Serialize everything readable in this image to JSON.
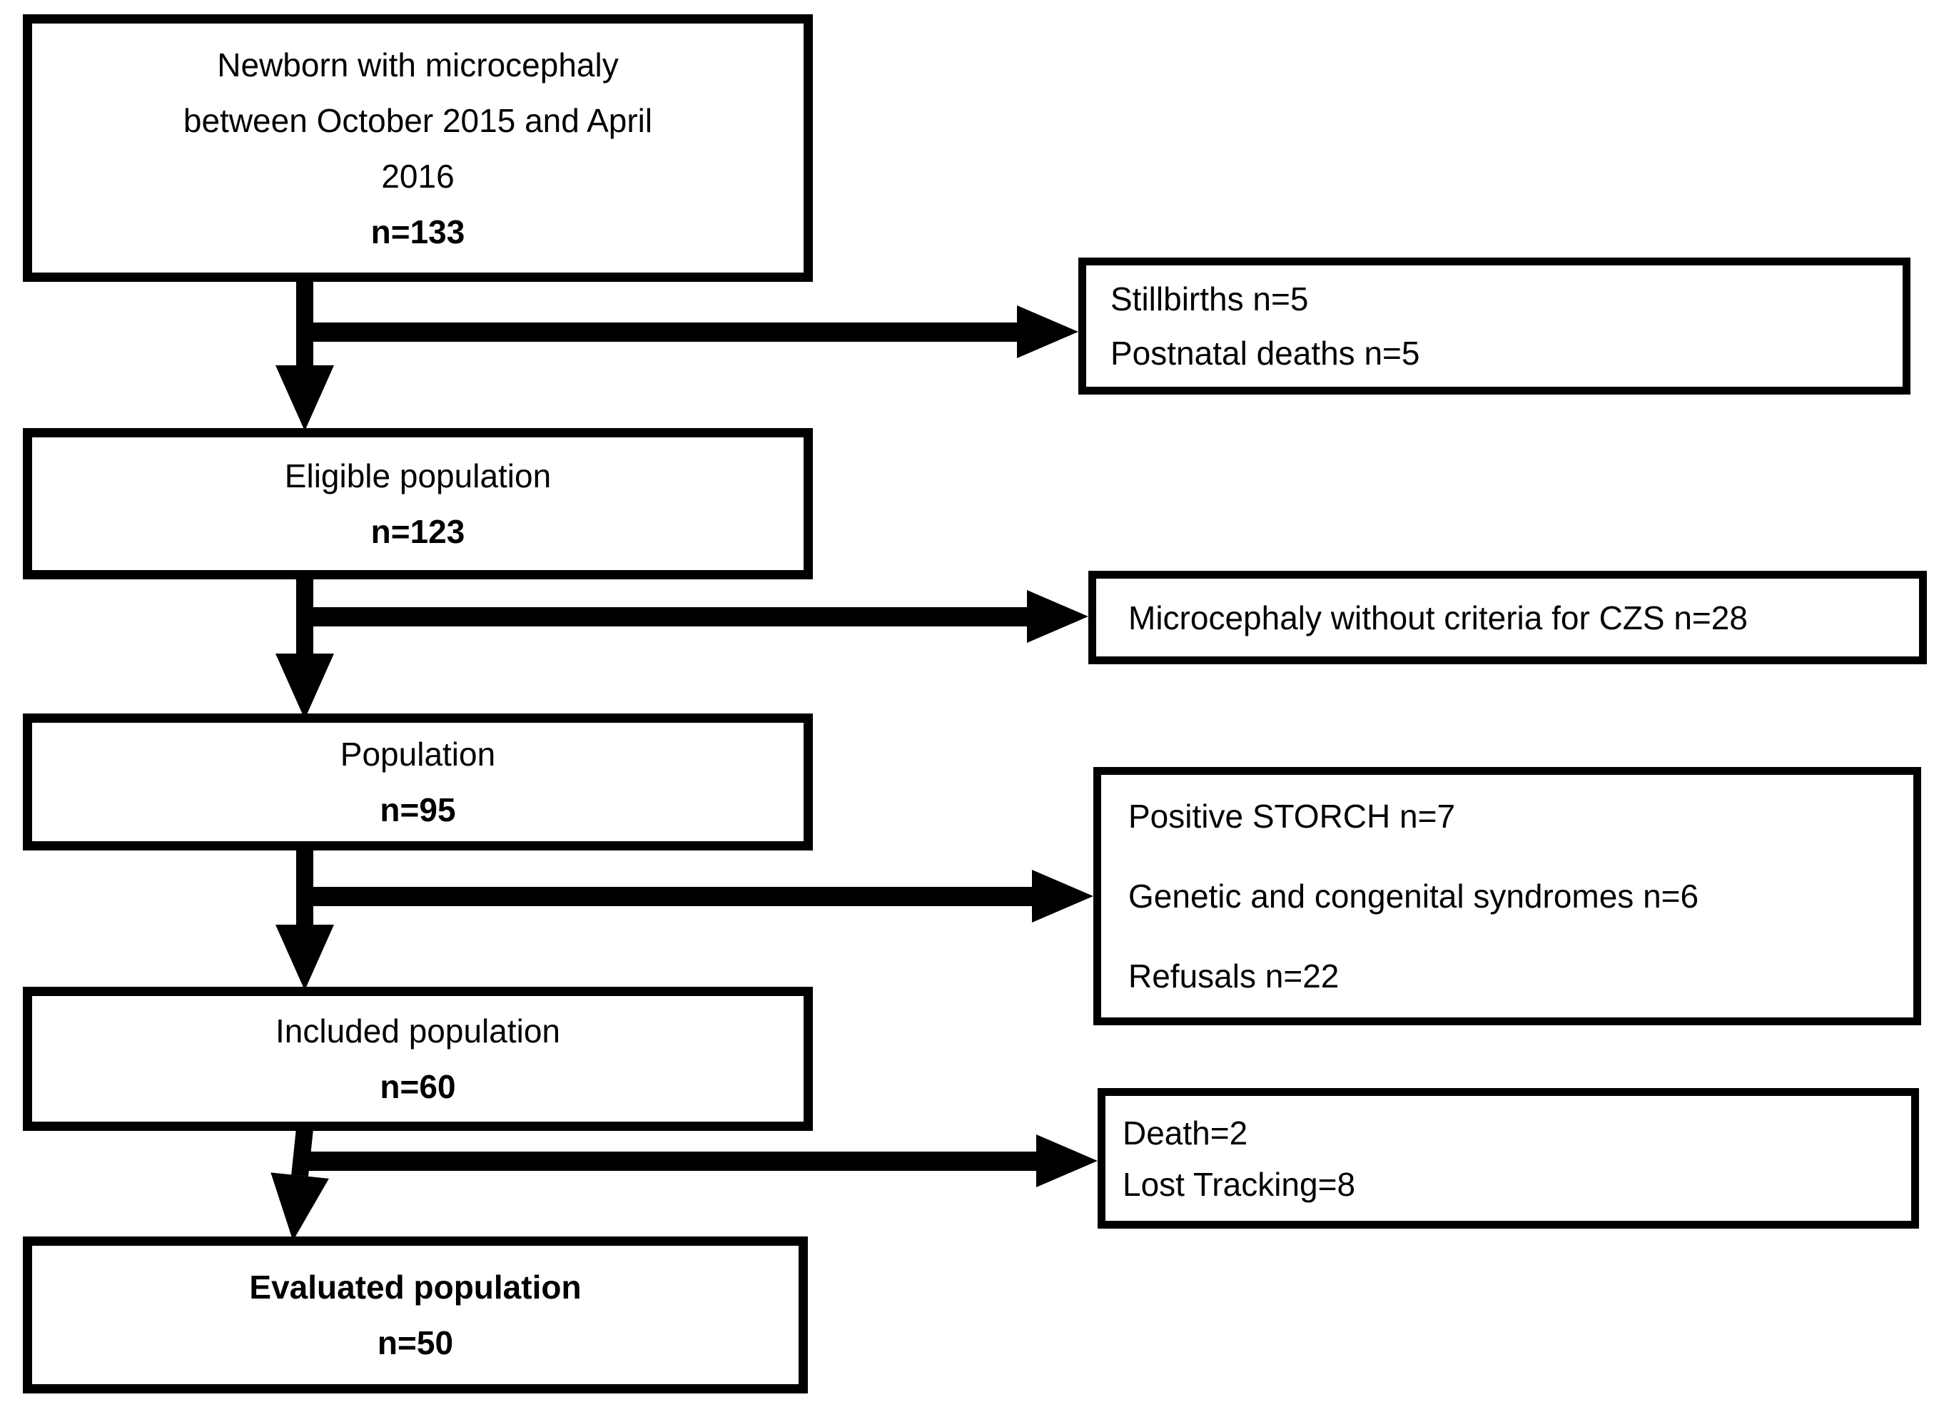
{
  "colors": {
    "line_and_border": "#000000",
    "background": "#ffffff",
    "text": "#000000"
  },
  "boxes": {
    "newborn": {
      "lines": [
        "Newborn with microcephaly",
        "between October 2015 and April",
        "2016"
      ],
      "n": "n=133"
    },
    "eligible": {
      "lines": [
        "Eligible population"
      ],
      "n": "n=123"
    },
    "population": {
      "lines": [
        "Population"
      ],
      "n": "n=95"
    },
    "included": {
      "lines": [
        "Included population"
      ],
      "n": "n=60"
    },
    "evaluated": {
      "lines": [
        "Evaluated population"
      ],
      "n": "n=50"
    },
    "stillbirths": {
      "lines": [
        "Stillbirths n=5",
        "Postnatal deaths n=5"
      ]
    },
    "no_czs_criteria": {
      "lines": [
        "Microcephaly without criteria for CZS n=28"
      ]
    },
    "other_exclusions": {
      "lines": [
        "Positive STORCH n=7",
        "Genetic and congenital syndromes n=6",
        "Refusals n=22"
      ]
    },
    "losses": {
      "lines": [
        "Death=2",
        "Lost Tracking=8"
      ]
    }
  }
}
